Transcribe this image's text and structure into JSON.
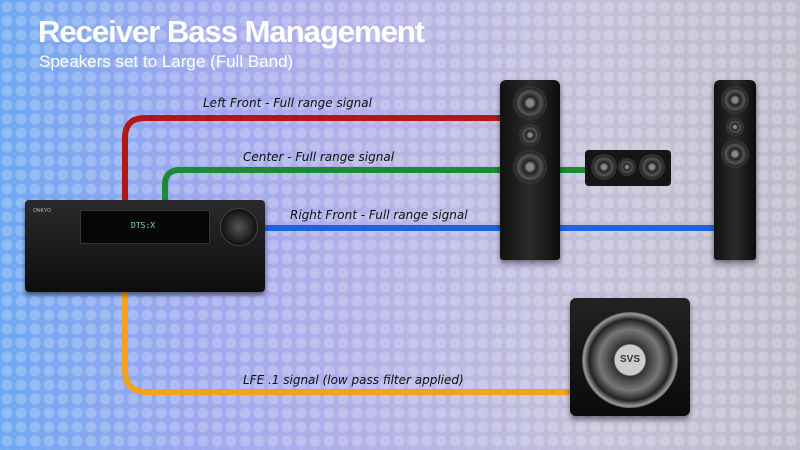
{
  "header": {
    "title": "Receiver Bass Management",
    "subtitle": "Speakers set to Large (Full Band)"
  },
  "signals": [
    {
      "label": "Left Front - Full range signal",
      "color": "#b01818"
    },
    {
      "label": "Center - Full range signal",
      "color": "#1d8a36"
    },
    {
      "label": "Right Front - Full range signal",
      "color": "#1f63e0"
    },
    {
      "label": "LFE .1 signal (low pass filter applied)",
      "color": "#f2a21c"
    }
  ],
  "receiver": {
    "display": "DTS:X",
    "brand": "ONKYO"
  },
  "subwoofer": {
    "brand": "SVS"
  }
}
